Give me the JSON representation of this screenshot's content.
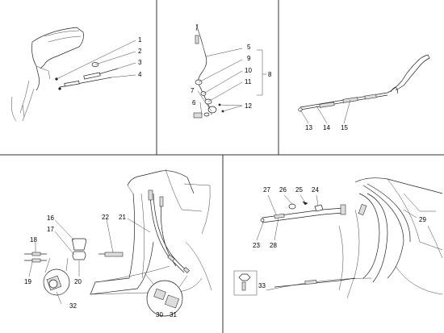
{
  "panels": [
    {
      "id": "p1",
      "callouts": [
        "1",
        "2",
        "3",
        "4"
      ]
    },
    {
      "id": "p2",
      "callouts": [
        "5",
        "9",
        "10",
        "11",
        "8",
        "7",
        "6",
        "12"
      ]
    },
    {
      "id": "p3",
      "callouts": [
        "13",
        "14",
        "15"
      ]
    },
    {
      "id": "p4",
      "callouts": [
        "16",
        "17",
        "18",
        "19",
        "20",
        "22",
        "21",
        "32",
        "30",
        "31"
      ]
    },
    {
      "id": "p5",
      "callouts": [
        "27",
        "26",
        "25",
        "24",
        "29",
        "23",
        "28",
        "33"
      ]
    }
  ],
  "colors": {
    "line": "#222222",
    "frame": "#333333",
    "background": "#ffffff"
  }
}
